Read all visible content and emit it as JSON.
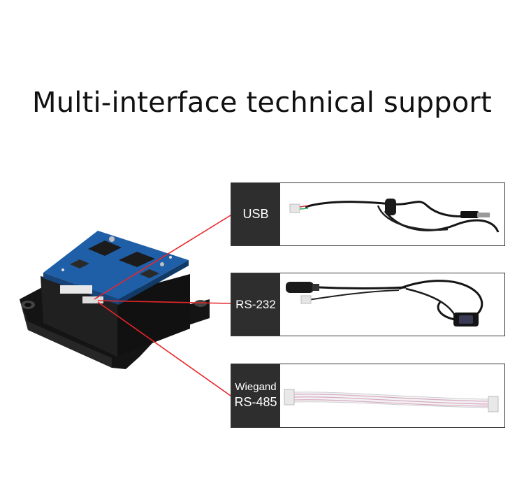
{
  "title": "Multi-interface technical support",
  "interfaces": [
    {
      "label": "USB"
    },
    {
      "label": "RS-232"
    },
    {
      "label_lines": [
        "Wiegand",
        "RS-485"
      ]
    }
  ],
  "colors": {
    "label_bg": "#2e2e2e",
    "pointer_line": "#e8262a",
    "pcb_blue": "#1f5fa8",
    "housing": "#1a1a1a",
    "cable": "#151515",
    "ribbon_stripe": "#d9a9c2"
  }
}
